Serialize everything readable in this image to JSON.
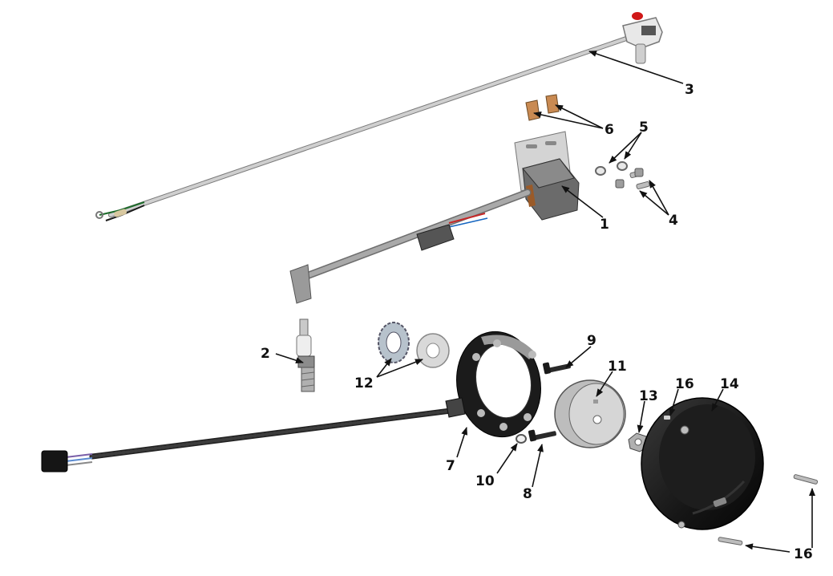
{
  "diagram": {
    "kind": "exploded parts diagram",
    "colors": {
      "wire": "#c8c8c8",
      "dark_part": "#1c1c1c",
      "metal": "#b9b9b9",
      "copper": "#c98a52",
      "leader": "#111111"
    },
    "callouts": {
      "c1": "1",
      "c2": "2",
      "c3": "3",
      "c4": "4",
      "c5": "5",
      "c6": "6",
      "c7": "7",
      "c8": "8",
      "c9": "9",
      "c10": "10",
      "c11": "11",
      "c12": "12",
      "c13": "13",
      "c14": "14",
      "c16a": "16",
      "c16b": "16"
    }
  }
}
